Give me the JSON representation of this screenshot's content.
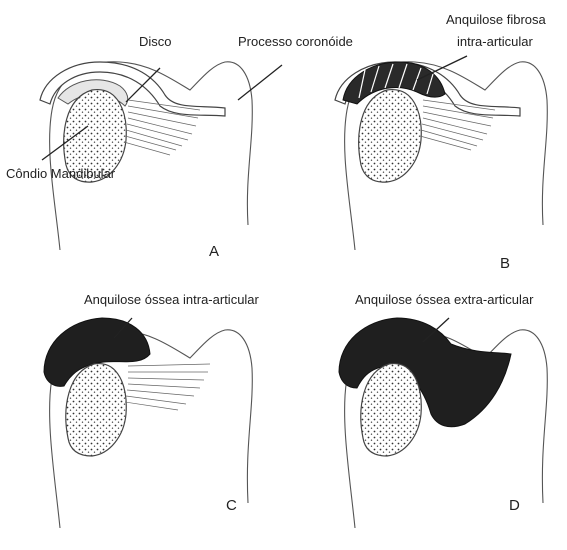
{
  "labels": {
    "disco": "Disco",
    "processo_coronoide": "Processo coronóide",
    "condilo": "Côndio Mandibular",
    "anquilose_fibrosa_line1": "Anquilose fibrosa",
    "anquilose_fibrosa_line2": "intra-articular",
    "ossea_intra": "Anquilose óssea intra-articular",
    "ossea_extra": "Anquilose óssea extra-articular"
  },
  "panels": {
    "a": "A",
    "b": "B",
    "c": "C",
    "d": "D"
  },
  "colors": {
    "ankylosis_fill": "#1f1f1f",
    "outline": "#555555"
  }
}
